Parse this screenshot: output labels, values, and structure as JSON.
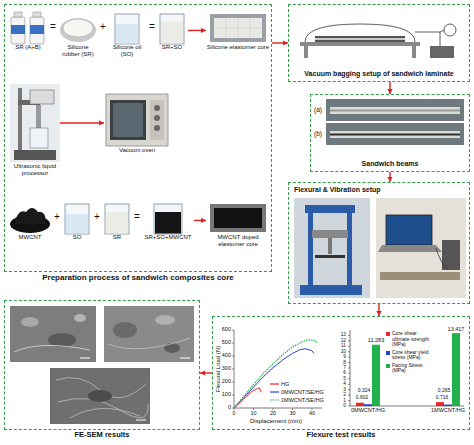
{
  "diagram": {
    "nodes": [
      {
        "text": [
          "Preparation process of sandwich composites core"
        ]
      },
      {
        "text": [
          "SR (A+B)"
        ],
        "in": 0
      },
      {
        "text": [
          "Silicone rubber (SR)"
        ],
        "in": 0
      },
      {
        "text": [
          "Silicone oil (SO)"
        ],
        "in": 0
      },
      {
        "text": [
          "SR+SO"
        ],
        "in": 0
      },
      {
        "text": [
          "Silicone elastomer core"
        ],
        "in": 0
      },
      {
        "text": [
          "Ultrasonic liquid processor"
        ],
        "in": 0
      },
      {
        "text": [
          "Vacuum oven"
        ],
        "in": 0
      },
      {
        "text": [
          "MWCNT"
        ],
        "in": 0
      },
      {
        "text": [
          "SO"
        ],
        "in": 0
      },
      {
        "text": [
          "SR"
        ],
        "in": 0
      },
      {
        "text": [
          "SR+SO+MWCNT"
        ],
        "in": 0
      },
      {
        "text": [
          "MWCNT doped elastomer core"
        ],
        "in": 0
      },
      {
        "text": [
          "Vacuum bagging setup of sandwich laminate"
        ]
      },
      {
        "text": [
          "Sandwich beams"
        ]
      },
      {
        "text": [
          "Flexural & Vibration setup"
        ]
      },
      {
        "text": [
          "Flexure test results"
        ]
      },
      {
        "text": [
          "FE-SEM results"
        ]
      }
    ],
    "edges": [
      {
        "from": 0,
        "to": 13,
        "arrow": "to"
      },
      {
        "from": 4,
        "to": 5,
        "arrow": "to"
      },
      {
        "from": 6,
        "to": 7,
        "arrow": "to"
      },
      {
        "from": 11,
        "to": 12,
        "arrow": "to"
      },
      {
        "from": 13,
        "to": 14,
        "arrow": "to"
      },
      {
        "from": 14,
        "to": 15,
        "arrow": "to"
      },
      {
        "from": 15,
        "to": 16,
        "arrow": "to"
      },
      {
        "from": 16,
        "to": 17,
        "arrow": "to"
      }
    ],
    "labels": [
      "=",
      "+",
      "=",
      "+",
      "+",
      "=",
      "(a)",
      "(b)",
      "Flexural Load (N)",
      "Displacement (mm)",
      "0",
      "100",
      "200",
      "300",
      "400",
      "500",
      "600",
      "0",
      "10",
      "20",
      "30",
      "40",
      "0.602",
      "0.324",
      "11.283",
      "0.716",
      "0.265",
      "13.417",
      "0MWCNT/HG",
      "1MWCNT/HG",
      "0",
      "1",
      "2",
      "3",
      "4",
      "5",
      "6",
      "7",
      "8",
      "9",
      "10",
      "11",
      "12",
      "13"
    ],
    "legend": [
      {
        "text": "HG"
      },
      {
        "text": "0MWCNT/SE/HG"
      },
      {
        "text": "1MWCNT/SE/HG"
      },
      {
        "text": "Core shear ultimate strength (MPa)",
        "color": "#e8262b"
      },
      {
        "text": "Core shear yield stress (MPa)",
        "color": "#2b3fd0"
      },
      {
        "text": "Facing Stress (MPa)",
        "color": "#22b14c"
      }
    ]
  }
}
